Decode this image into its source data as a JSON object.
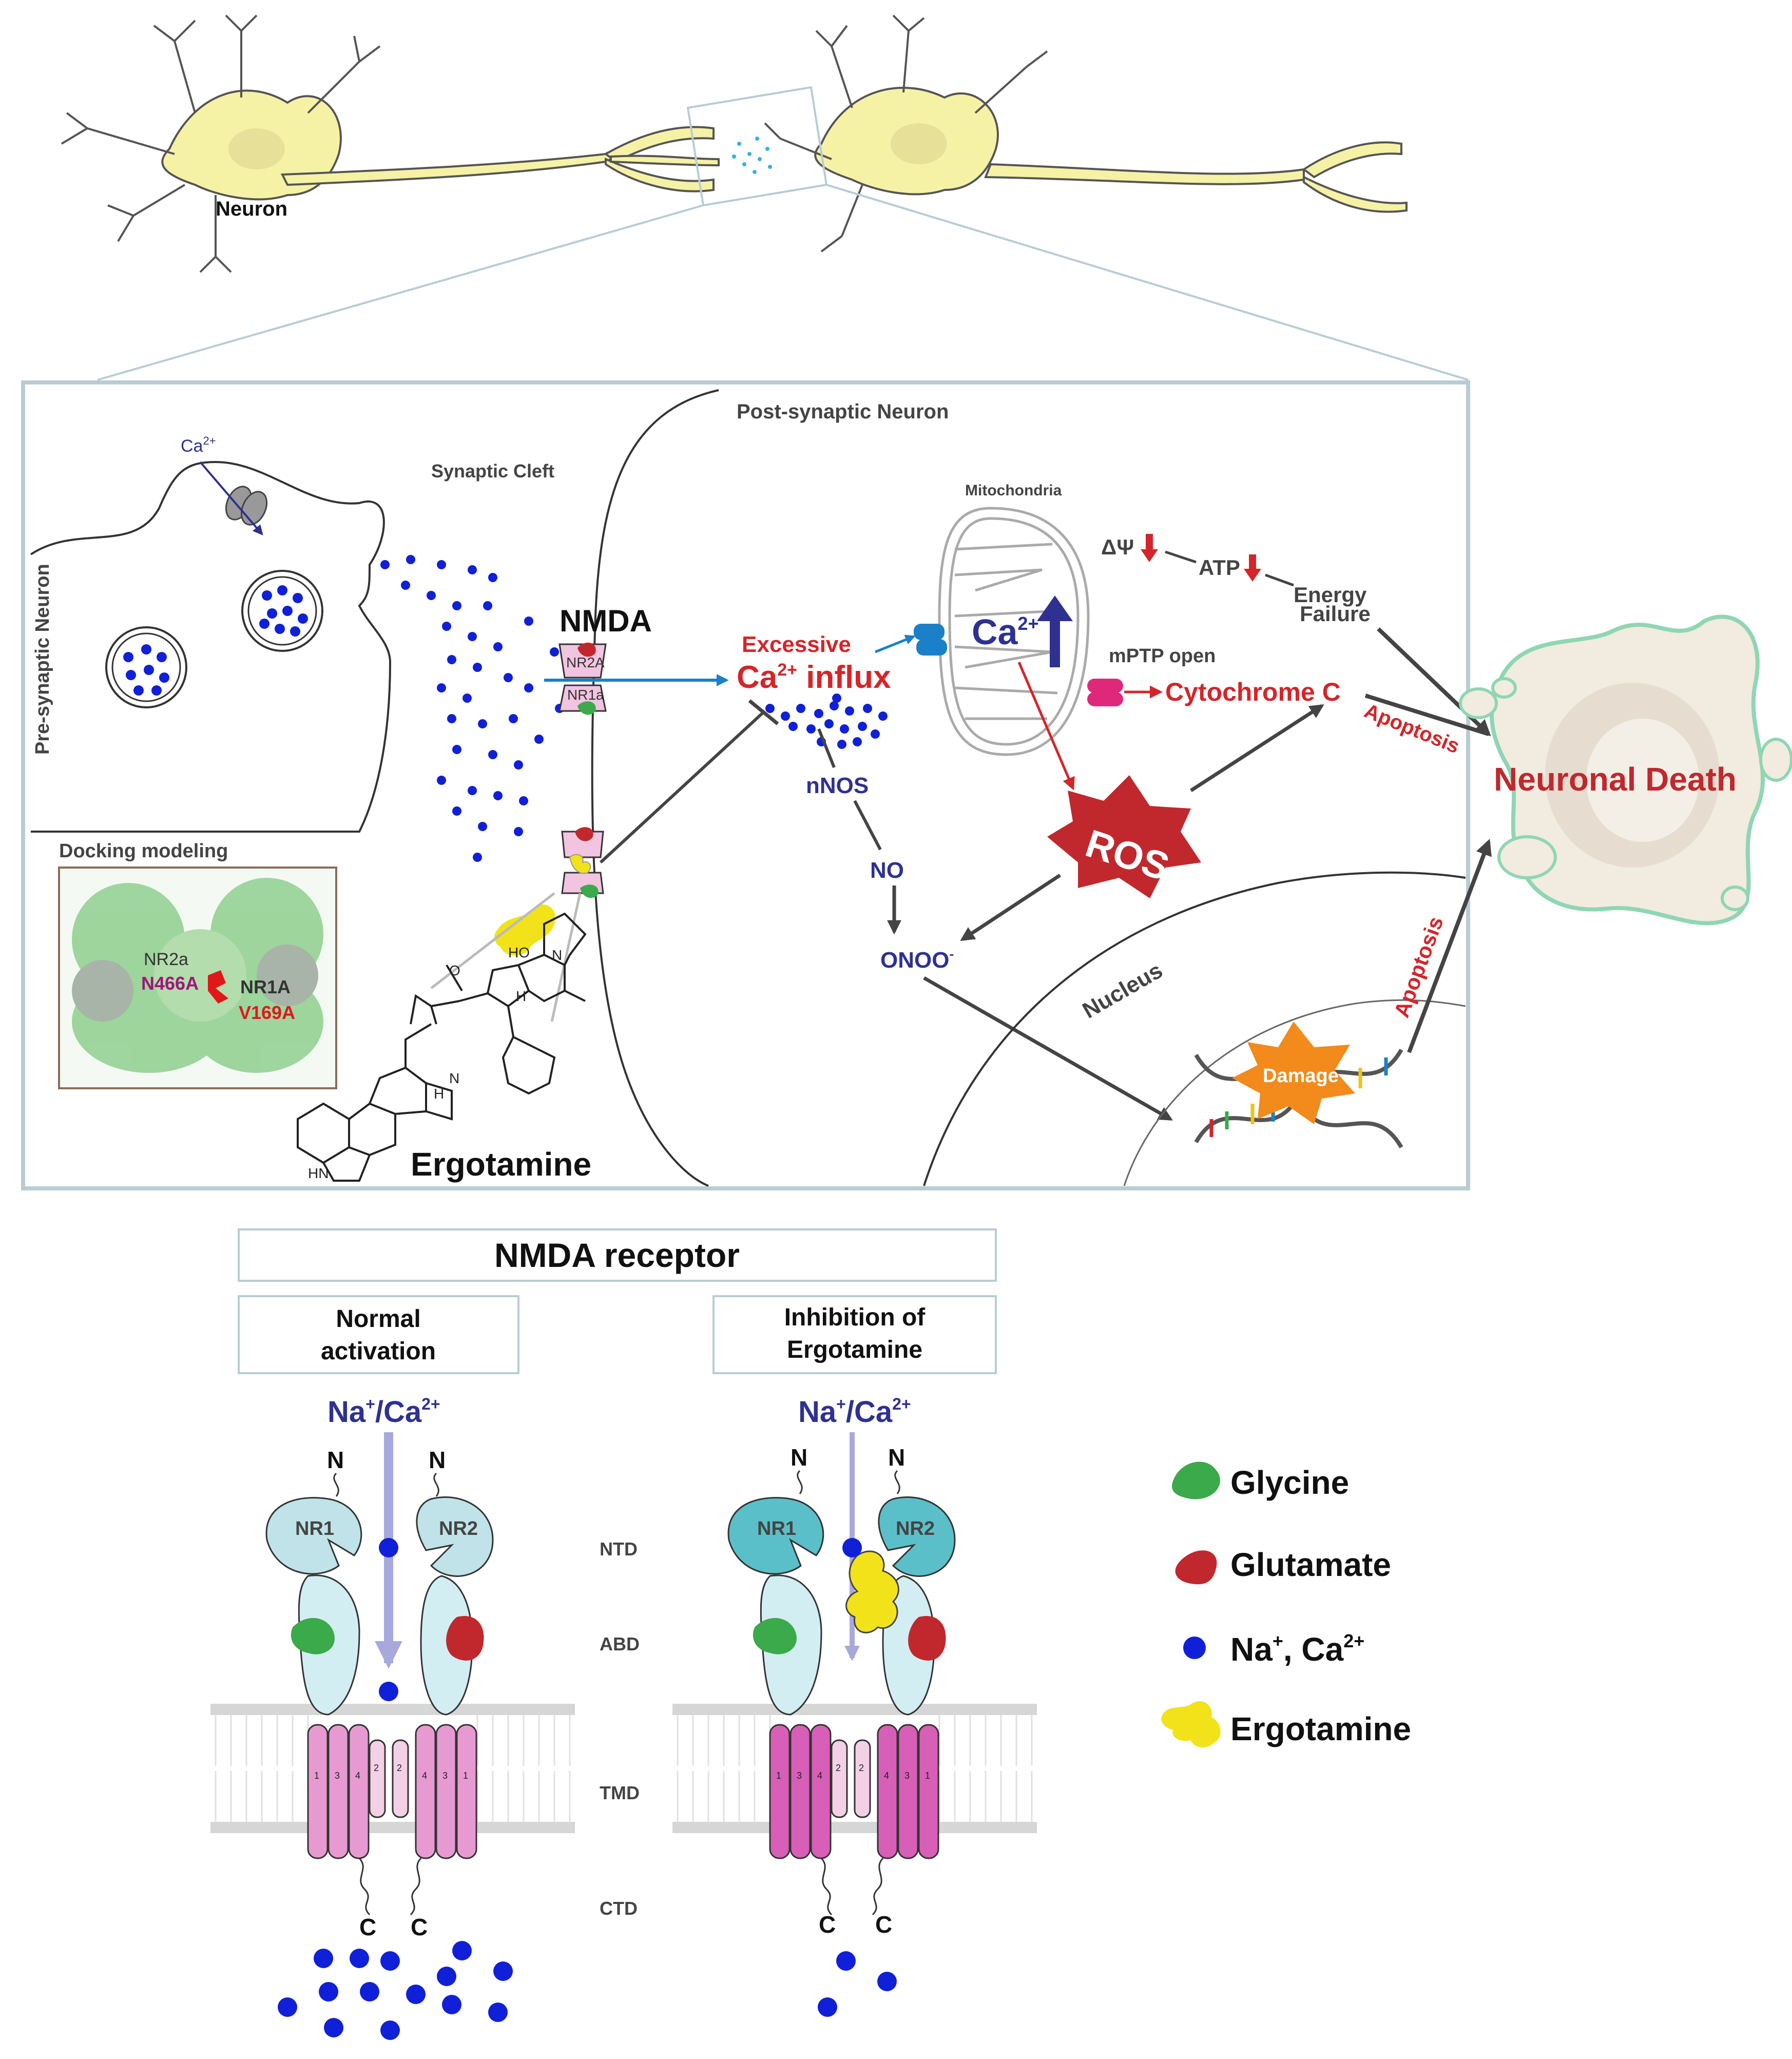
{
  "neuron_label": "Neuron",
  "panel": {
    "post_synaptic": "Post-synaptic Neuron",
    "pre_synaptic": "Pre-synaptic Neuron",
    "synaptic_cleft": "Synaptic Cleft",
    "ca_in_label": "Ca",
    "ca_in_sup": "2+",
    "nmda": "NMDA",
    "nr2a_channel": "NR2A",
    "nr1a_channel": "NR1a",
    "excessive": "Excessive",
    "ca_influx_ca": "Ca",
    "ca_influx_sup": "2+",
    "ca_influx_rest": " influx",
    "mitochondria": "Mitochondria",
    "mito_ca": "Ca",
    "mito_ca_sup": "2+",
    "delta_psi": "ΔΨ",
    "atp": "ATP",
    "energy_line1": "Energy",
    "energy_line2": "Failure",
    "mptp": "mPTP open",
    "cytochrome": "Cytochrome C",
    "apoptosis_upper": "Apoptosis",
    "apoptosis_lower": "Apoptosis",
    "neuronal_death": "Neuronal Death",
    "nnos": "nNOS",
    "no": "NO",
    "onoo": "ONOO",
    "onoo_sup": "-",
    "ros": "ROS",
    "nucleus": "Nucleus",
    "damage": "Damage",
    "docking_title": "Docking modeling",
    "docking_nr2a": "NR2a",
    "docking_n466a": "N466A",
    "docking_nr1a": "NR1A",
    "docking_v169a": "V169A",
    "ergotamine": "Ergotamine",
    "struct_hn": "HN",
    "struct_h1": "H",
    "struct_n1": "N",
    "struct_o1": "O",
    "struct_ho": "HO",
    "struct_n2": "N",
    "struct_h2": "H"
  },
  "receptor": {
    "title": "NMDA receptor",
    "normal_line1": "Normal",
    "normal_line2": "activation",
    "inhibition_line1": "Inhibition of",
    "inhibition_line2": "Ergotamine",
    "ion_na": "Na",
    "ion_plus": "+",
    "ion_slash_ca": "/Ca",
    "ion_2plus": "2+",
    "n_terminal": "N",
    "c_terminal": "C",
    "nr1": "NR1",
    "nr2": "NR2",
    "domains": [
      "NTD",
      "ABD",
      "TMD",
      "CTD"
    ],
    "helix_left": [
      "1",
      "3",
      "4"
    ],
    "helix_mid": [
      "2",
      "2"
    ],
    "helix_right": [
      "4",
      "3",
      "1"
    ]
  },
  "legend": [
    {
      "label": "Glycine",
      "icon": "glycine-icon",
      "color": "#3aaa4a"
    },
    {
      "label": "Glutamate",
      "icon": "glutamate-icon",
      "color": "#c0282d"
    },
    {
      "label": "Na",
      "sup1": "+",
      "mid": ", Ca",
      "sup2": "2+",
      "icon": "ion-dot-icon",
      "color": "#1020d8"
    },
    {
      "label": "Ergotamine",
      "icon": "ergotamine-icon",
      "color": "#f2e21a"
    }
  ],
  "colors": {
    "neuron_fill": "#f5f2a6",
    "ion_blue": "#1020d8",
    "accent_red": "#d4252a",
    "navy_text": "#2e3192",
    "flow_blue": "#1c80c8",
    "panel_border": "#b9ccd4",
    "receptor_cyan": "#bfe3e8",
    "helix_pink": "#e79ad2",
    "ergotamine_yellow": "#f2e21a",
    "ros_red": "#c0282d",
    "damage_orange": "#f28a1c",
    "death_fill": "#f1ebe0"
  }
}
